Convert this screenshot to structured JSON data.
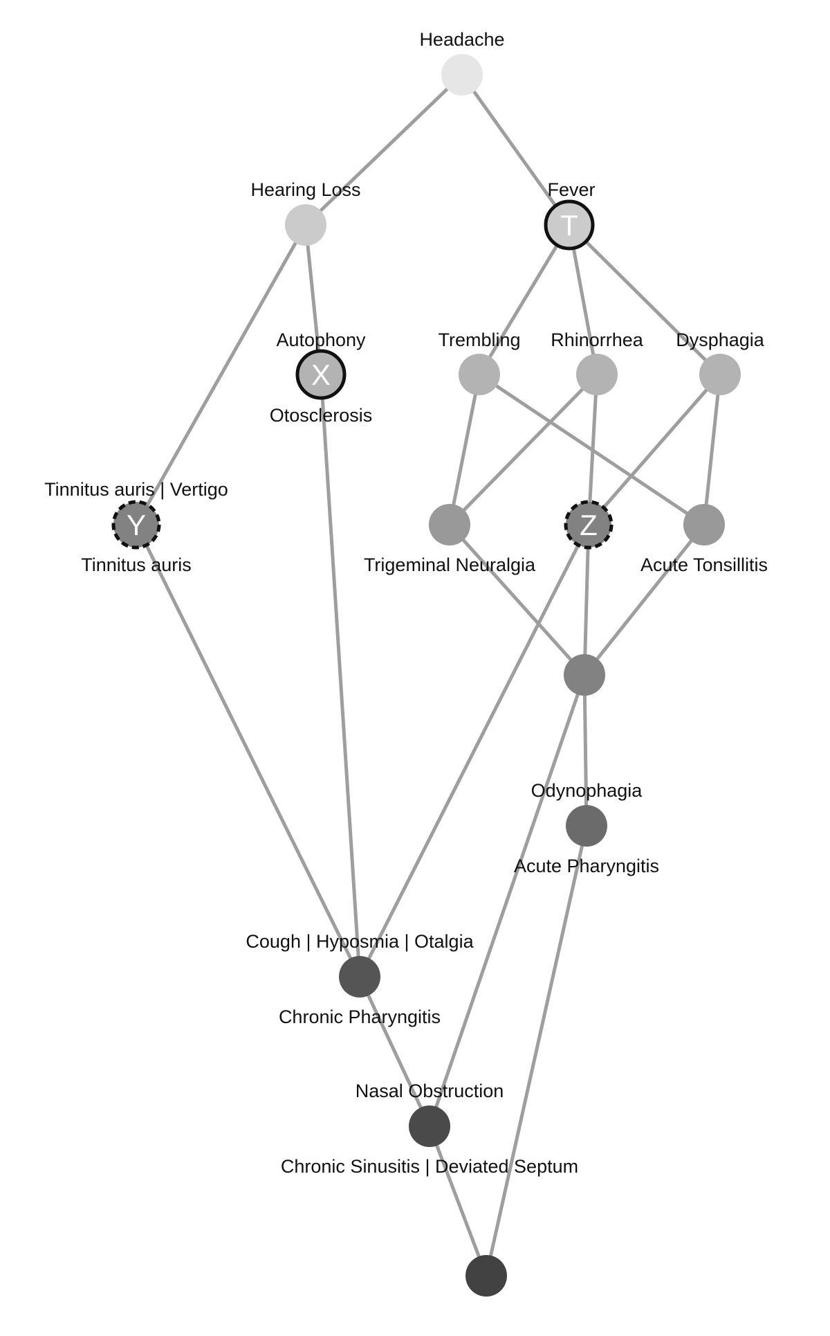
{
  "colors": {
    "edge": "#9e9e9e",
    "level0": "#e6e6e6",
    "level1": "#cbcbcb",
    "level2": "#b3b3b3",
    "level3": "#999999",
    "level4": "#828282",
    "level5": "#6b6b6b",
    "level6": "#555555",
    "level7": "#4a4a4a",
    "level8": "#424242",
    "marked_border": "#111111"
  },
  "nodes": {
    "headache": {
      "top": "Headache"
    },
    "hearing_loss": {
      "top": "Hearing Loss"
    },
    "fever": {
      "top": "Fever",
      "mark": "T"
    },
    "autophony": {
      "top": "Autophony",
      "bottom": "Otosclerosis",
      "mark": "X"
    },
    "trembling": {
      "top": "Trembling"
    },
    "rhinorrhea": {
      "top": "Rhinorrhea"
    },
    "dysphagia": {
      "top": "Dysphagia"
    },
    "tinnitus": {
      "top": "Tinnitus auris | Vertigo",
      "bottom": "Tinnitus auris",
      "mark": "Y"
    },
    "trigeminal": {
      "bottom": "Trigeminal Neuralgia"
    },
    "z_node": {
      "mark": "Z"
    },
    "tonsillitis": {
      "bottom": "Acute Tonsillitis"
    },
    "junction": {},
    "odynophagia": {
      "top": "Odynophagia",
      "bottom": "Acute Pharyngitis"
    },
    "chronic_pharyngitis": {
      "top": "Cough | Hyposmia | Otalgia",
      "bottom": "Chronic Pharyngitis"
    },
    "nasal": {
      "top": "Nasal Obstruction",
      "bottom": "Chronic Sinusitis | Deviated Septum"
    },
    "bottom_node": {}
  }
}
